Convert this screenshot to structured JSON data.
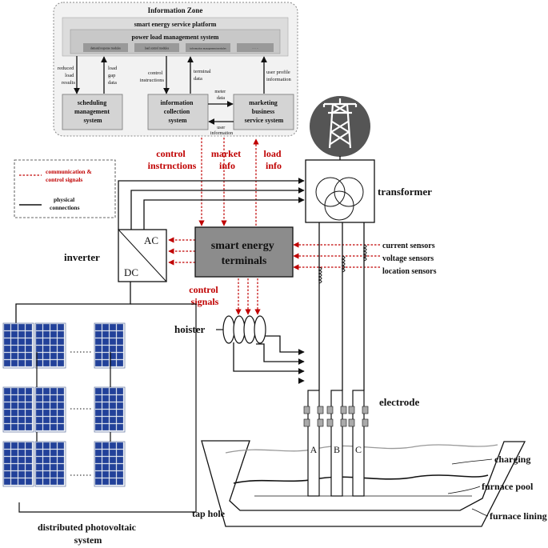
{
  "info_zone": {
    "title": "Information Zone",
    "platform": "smart energy service platform",
    "plms": "power load management system",
    "modules": [
      "demand response modules",
      "load control modules",
      "information management modules",
      "· · ·"
    ],
    "scheduling": [
      "scheduling",
      "management",
      "system"
    ],
    "collection": [
      "information",
      "collection",
      "system"
    ],
    "marketing": [
      "marketing",
      "business",
      "service system"
    ],
    "reduced": [
      "reduced",
      "load",
      "results"
    ],
    "gap": [
      "load",
      "gap",
      "data"
    ],
    "control_instr": [
      "control",
      "instructions"
    ],
    "terminal_data": [
      "terminal",
      "data"
    ],
    "userprofile": [
      "user profile",
      "information"
    ],
    "meter": [
      "meter",
      "data"
    ],
    "userinfo": [
      "user",
      "information"
    ]
  },
  "legend": {
    "comm": [
      "communication &",
      "control signals"
    ],
    "phys": [
      "physical",
      "connections"
    ]
  },
  "red_labels": {
    "control_instructions": [
      "control",
      "instrnctions"
    ],
    "market": [
      "market",
      "info"
    ],
    "load": [
      "load",
      "info"
    ],
    "control_signals": [
      "control",
      "signals"
    ]
  },
  "labels": {
    "transformer": "transformer",
    "inverter": "inverter",
    "ac": "AC",
    "dc": "DC",
    "smart_terminals": [
      "smart energy",
      "terminals"
    ],
    "current_sensors": "current sensors",
    "voltage_sensors": "voltage sensors",
    "location_sensors": "location sensors",
    "hoister": "hoister",
    "electrode": "electrode",
    "charging": "charging",
    "furnace_pool": "furnace pool",
    "furnace_lining": "furnace lining",
    "tap_hole": "tap hole",
    "pv_system": [
      "distributed photovoltaic",
      "system"
    ],
    "phase_a": "A",
    "phase_b": "B",
    "phase_c": "C"
  },
  "colors": {
    "signal_red": "#c00000",
    "panel_blue": "#22419a",
    "terminal_gray": "#8c8c8c",
    "zone_fill": "#f2f2f2",
    "pylon_bg": "#555555"
  },
  "icons": {
    "pylon": "transmission-tower-icon",
    "pv": "solar-panel-icon"
  }
}
